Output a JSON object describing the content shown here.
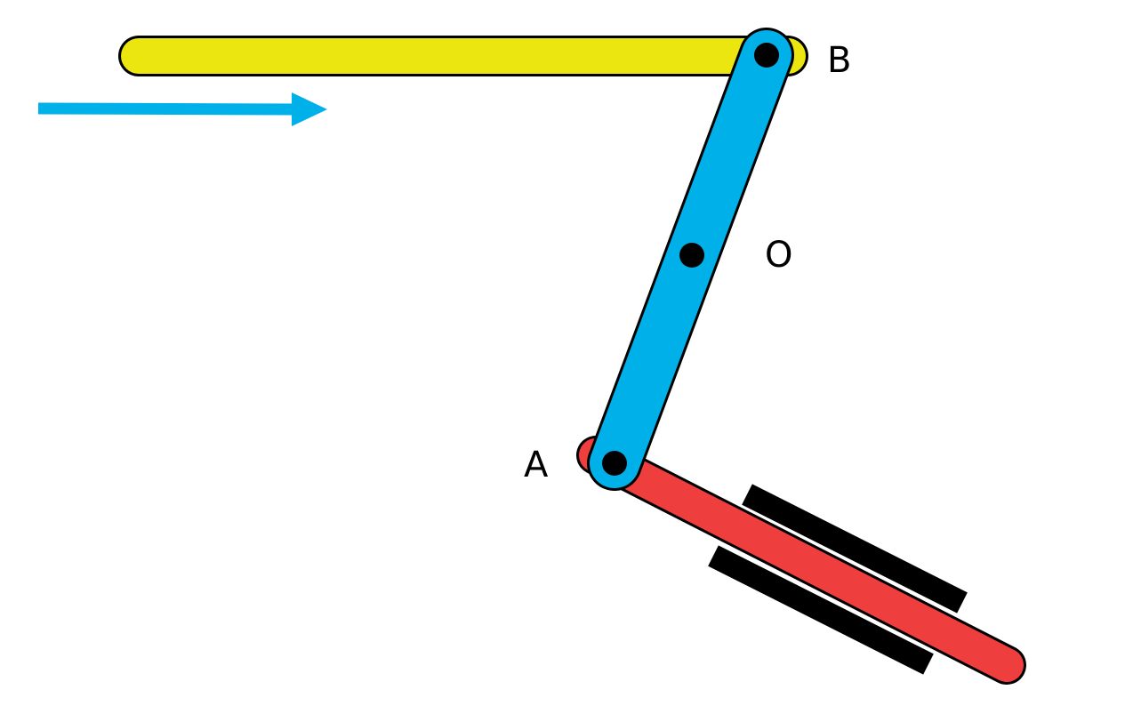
{
  "diagram": {
    "labels": {
      "point_a": "A",
      "point_b": "B",
      "point_o": "O"
    },
    "colors": {
      "horizontal_bar": "#ebe60f",
      "rotating_link": "#00b0e8",
      "sliding_rod": "#ee3e3e",
      "guide_rails": "#000000",
      "motion_arrow": "#00b0e8",
      "pivot": "#000000",
      "outline": "#000000"
    },
    "icons": {
      "motion_arrow": "arrow-right-icon"
    }
  }
}
